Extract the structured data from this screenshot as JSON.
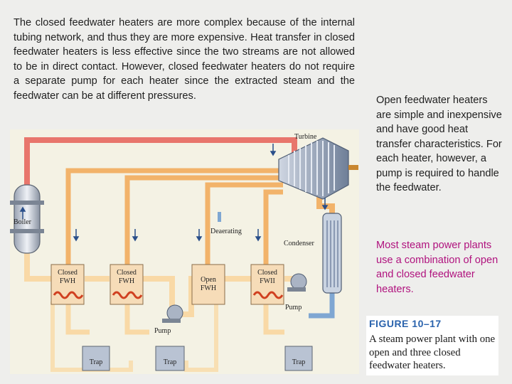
{
  "text": {
    "closed_paragraph": "The closed feedwater heaters are more complex because of the internal tubing network, and thus they are more expensive. Heat transfer in closed feedwater heaters is less effective since the two streams are not allowed to be in direct contact. However, closed feedwater heaters do not require a separate pump for each heater since the extracted steam and the feedwater can be at different pressures.",
    "open_paragraph": "Open feedwater heaters are simple and inexpensive and have good heat transfer characteristics. For each heater, however, a pump is required to handle the feedwater.",
    "combination_paragraph": "Most steam power plants use a combination of open and closed feedwater heaters."
  },
  "diagram": {
    "turbine": "Turbine",
    "boiler": "Boiler",
    "deaerating": "Deaerating",
    "condenser": "Condenser",
    "fwh": [
      {
        "line1": "Closed",
        "line2": "FWH"
      },
      {
        "line1": "Closed",
        "line2": "FWH"
      },
      {
        "line1": "Open",
        "line2": "FWH"
      },
      {
        "line1": "Closed",
        "line2": "FWII"
      }
    ],
    "pump": "Pump",
    "trap": "Trap"
  },
  "caption": {
    "title": "FIGURE 10–17",
    "text": "A steam power plant with one open and three closed feedwater heaters."
  },
  "colors": {
    "steam_pipe": "#e8766c",
    "extraction_pipe": "#f2b36a",
    "water_pipe": "#f9d9a6",
    "condensate_pipe": "#7fa7d2",
    "accent_pink": "#b0127e",
    "caption_blue": "#2a63ad"
  }
}
